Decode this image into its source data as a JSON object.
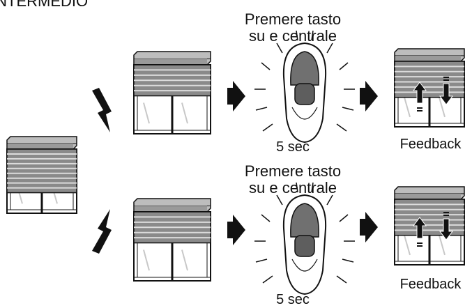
{
  "header": {
    "title": "INTERMEDIO"
  },
  "rows": [
    {
      "instruction_line1": "Premere tasto",
      "instruction_line2": "su e centrale",
      "duration": "5 sec",
      "result": "Feedback",
      "shutter_position": "intermediate",
      "feedback_direction": "down"
    },
    {
      "instruction_line1": "Premere tasto",
      "instruction_line2": "su e centrale",
      "duration": "5 sec",
      "result": "Feedback",
      "shutter_position": "intermediate",
      "feedback_direction": "up"
    }
  ],
  "start": {
    "shutter_position": "closed"
  },
  "colors": {
    "line": "#111111",
    "slat_dark": "#8a8a8a",
    "slat_light": "#dcdcdc",
    "glass": "#ffffff",
    "remote_body": "#707070",
    "arrow": "#111111"
  }
}
